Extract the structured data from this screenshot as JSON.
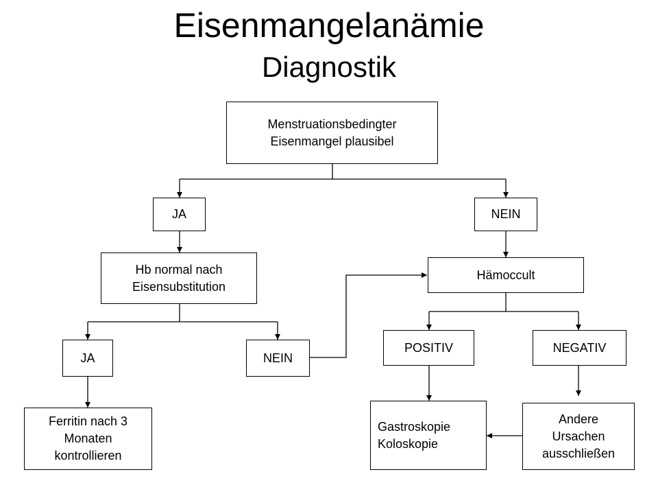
{
  "title": "Eisenmangelanämie",
  "subtitle": "Diagnostik",
  "nodes": {
    "start": "Menstruationsbedingter\nEisenmangel plausibel",
    "ja_1": "JA",
    "nein_1": "NEIN",
    "hb_normal": "Hb normal nach\nEisensubstitution",
    "haemoccult": "Hämoccult",
    "ja_2": "JA",
    "nein_2": "NEIN",
    "positiv": "POSITIV",
    "negativ": "NEGATIV",
    "ferritin": "Ferritin nach 3\nMonaten\nkontrollieren",
    "gastroskopie": "Gastroskopie\nKoloskopie",
    "andere_ursachen": "Andere\nUrsachen\nausschließen"
  }
}
